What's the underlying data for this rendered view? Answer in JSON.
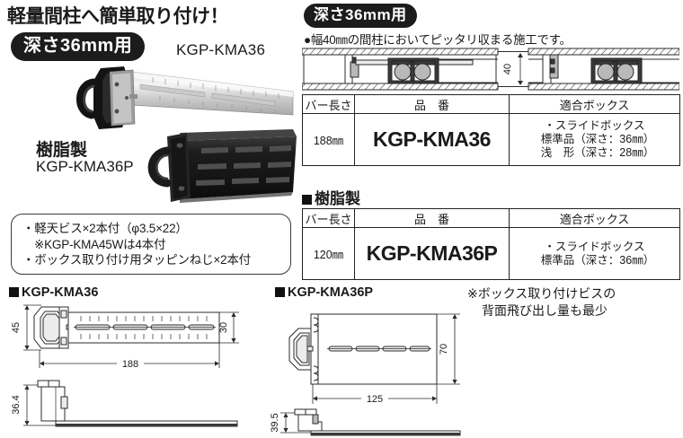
{
  "left": {
    "headline": "軽量間柱へ簡単取り付け！",
    "depth_badge": "深さ36mm用",
    "metal_product_caption": "KGP-KMA36",
    "resin_label": "樹脂製",
    "resin_product_caption": "KGP-KMA36P",
    "accessory_note": {
      "line1": "・軽天ビス×2本付（φ3.5×22）",
      "line2": "※KGP-KMA45Wは4本付",
      "line3": "・ボックス取り付け用タッピンねじ×2本付"
    }
  },
  "right": {
    "depth_badge": "深さ36mm用",
    "fit_description": "●幅40㎜の間柱においてピッタリ収まる施工です。",
    "cross_section": {
      "dimension_label": "40"
    },
    "table_metal": {
      "headers": [
        "バー長さ",
        "品　番",
        "適合ボックス"
      ],
      "rows": [
        {
          "bar_length": "188㎜",
          "model": "KGP-KMA36",
          "box_line1": "・スライドボックス",
          "box_line2": "標準品（深さ：36㎜）",
          "box_line3": "浅　形（深さ：28㎜）"
        }
      ]
    },
    "resin_section_head": "樹脂製",
    "table_resin": {
      "headers": [
        "バー長さ",
        "品　番",
        "適合ボックス"
      ],
      "rows": [
        {
          "bar_length": "120㎜",
          "model": "KGP-KMA36P",
          "box_line1": "・スライドボックス",
          "box_line2": "標準品（深さ：36㎜）",
          "box_line3": ""
        }
      ]
    }
  },
  "drawings": {
    "left_head": "KGP-KMA36",
    "right_head": "KGP-KMA36P",
    "box_screw_note": {
      "line1": "※ボックス取り付けビスの",
      "line2": "背面飛び出し量も最少"
    },
    "kma36_dims": {
      "height": "45",
      "bar_height": "30",
      "length": "188",
      "side_height": "36.4"
    },
    "kma36p_dims": {
      "height": "70",
      "length": "125",
      "side_height": "39.5"
    }
  },
  "colors": {
    "ink": "#1a1a1a",
    "badge_bg": "#1c1c1c",
    "line": "#2b2b2b",
    "metal_light": "#ececec",
    "plastic_dark": "#1f1f1f"
  }
}
